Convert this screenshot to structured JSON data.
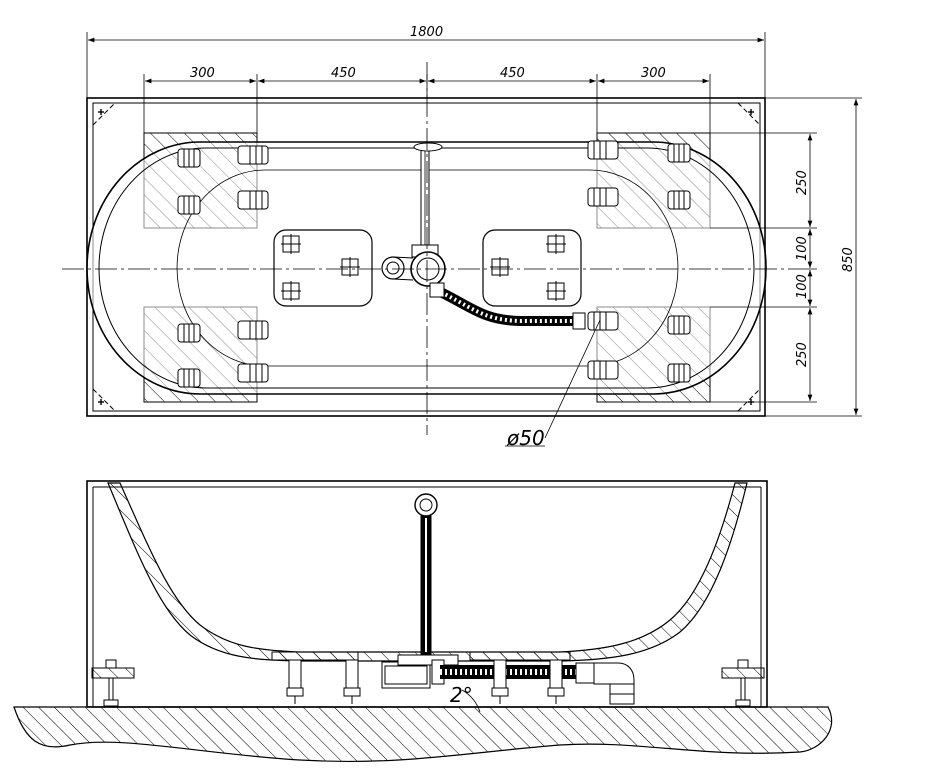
{
  "dimensions": {
    "total_length": "1800",
    "segments": [
      "300",
      "450",
      "450",
      "300"
    ],
    "total_width": "850",
    "width_segments": [
      "250",
      "100",
      "100",
      "250"
    ],
    "pipe_diameter": "ø50",
    "slope": "2°"
  }
}
